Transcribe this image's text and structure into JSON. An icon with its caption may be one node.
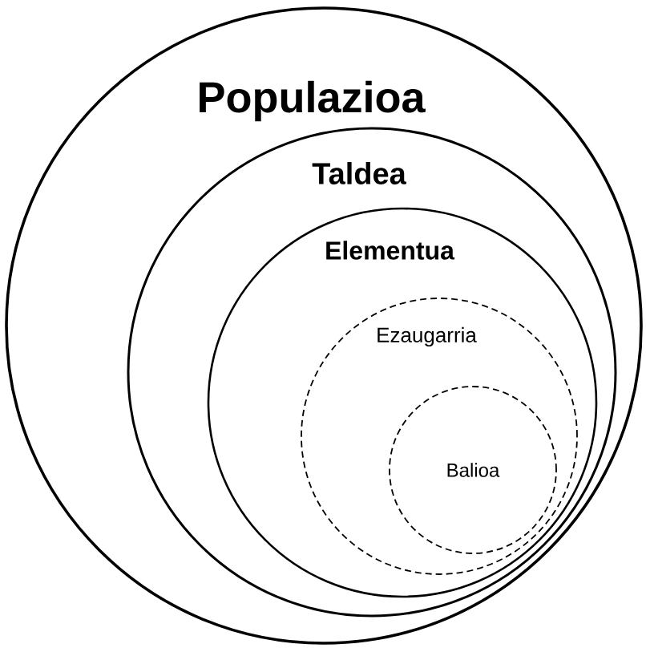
{
  "diagram": {
    "nodes": [
      {
        "text": [
          "Populazioa"
        ]
      },
      {
        "text": [
          "Taldea"
        ],
        "in": 0
      },
      {
        "text": [
          "Elementua"
        ],
        "in": 1
      },
      {
        "text": [
          "Ezaugarria"
        ],
        "in": 2
      },
      {
        "text": [
          "Balioa"
        ],
        "in": 3
      }
    ]
  }
}
